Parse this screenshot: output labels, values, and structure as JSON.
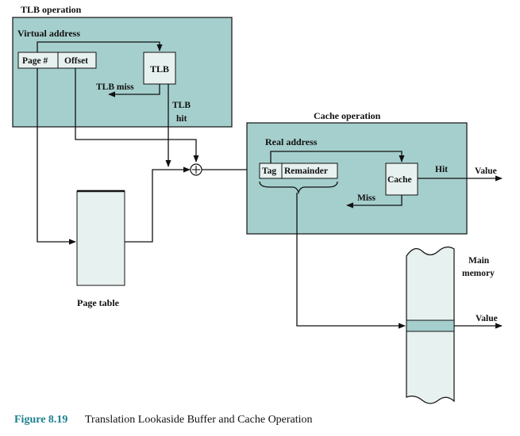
{
  "tlb_operation": {
    "title": "TLB operation",
    "virtual_address_label": "Virtual address",
    "page_field": "Page #",
    "offset_field": "Offset",
    "tlb_box": "TLB",
    "tlb_miss_label": "TLB miss",
    "tlb_hit_label_line1": "TLB",
    "tlb_hit_label_line2": "hit"
  },
  "page_table": {
    "label": "Page table"
  },
  "cache_operation": {
    "title": "Cache operation",
    "real_address_label": "Real address",
    "tag_field": "Tag",
    "remainder_field": "Remainder",
    "cache_box": "Cache",
    "hit_label": "Hit",
    "miss_label": "Miss",
    "value_label": "Value"
  },
  "main_memory": {
    "label_line1": "Main",
    "label_line2": "memory",
    "value_label": "Value"
  },
  "caption": {
    "figure_number": "Figure 8.19",
    "title": "Translation Lookaside Buffer and Cache Operation"
  },
  "colors": {
    "panel_fill": "#a5cfcd",
    "box_fill": "#e7f1ef",
    "memory_band": "#a5cfcd",
    "caption_accent": "#1a7f8e"
  },
  "icons": [
    "adder-plus-icon",
    "arrowhead-icon",
    "brace-icon"
  ]
}
